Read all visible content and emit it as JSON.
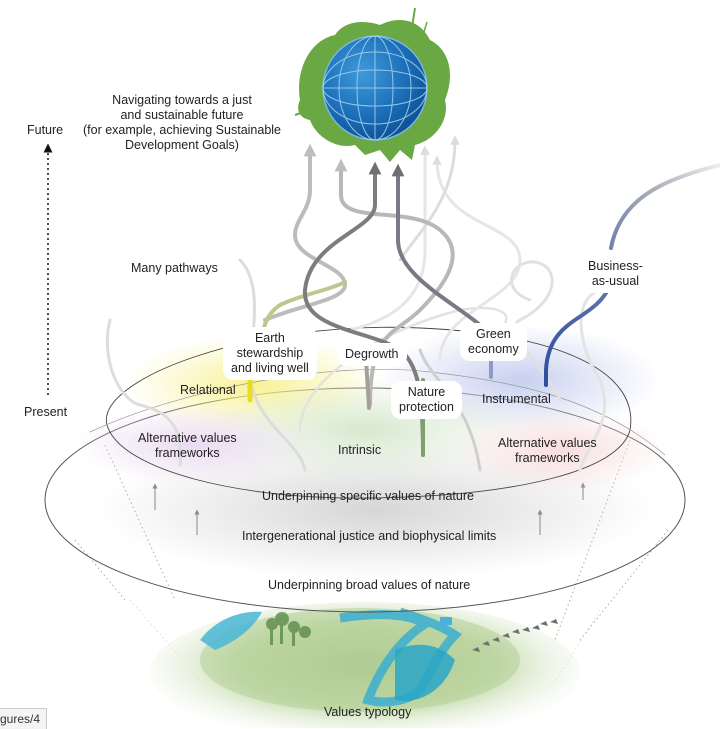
{
  "timeline": {
    "future_label": "Future",
    "present_label": "Present"
  },
  "goal": {
    "text_lines": [
      "Navigating towards a just",
      "and sustainable future",
      "(for example, achieving Sustainable",
      "Development Goals)"
    ],
    "globe_icon": "globe-with-vegetation-icon"
  },
  "pathways": {
    "many_pathways_label": "Many pathways",
    "named": [
      {
        "id": "earth-stewardship",
        "lines": [
          "Earth",
          "stewardship",
          "and living well"
        ],
        "color": "#c4c78a"
      },
      {
        "id": "degrowth",
        "lines": [
          "Degrowth"
        ],
        "color": "#a8a39c"
      },
      {
        "id": "nature-protection",
        "lines": [
          "Nature",
          "protection"
        ],
        "color": "#7fa06a"
      },
      {
        "id": "green-economy",
        "lines": [
          "Green",
          "economy"
        ],
        "color": "#9aa4c8"
      },
      {
        "id": "business-as-usual",
        "lines": [
          "Business-",
          "as-usual"
        ],
        "color": "#3a57a0"
      }
    ]
  },
  "specific_values": {
    "ring_label": "Underpinning specific values of nature",
    "regions": [
      {
        "id": "relational",
        "label": "Relational",
        "color": "#f5ef9a"
      },
      {
        "id": "instrumental",
        "label": "Instrumental",
        "color": "#c9d2ee"
      },
      {
        "id": "intrinsic",
        "label": "Intrinsic",
        "color": "#d6e8cf"
      },
      {
        "id": "alt-left",
        "label_lines": [
          "Alternative values",
          "frameworks"
        ],
        "color": "#e6d9ee"
      },
      {
        "id": "alt-right",
        "label_lines": [
          "Alternative values",
          "frameworks"
        ],
        "color": "#f7dede"
      }
    ]
  },
  "middle_band": {
    "label": "Intergenerational justice and biophysical limits"
  },
  "broad_values": {
    "ring_label": "Underpinning broad values of nature"
  },
  "base": {
    "label": "Values typology",
    "landscape_icon": "landscape-river-illustration-icon"
  },
  "footer_tag": {
    "text": "gures/4"
  }
}
